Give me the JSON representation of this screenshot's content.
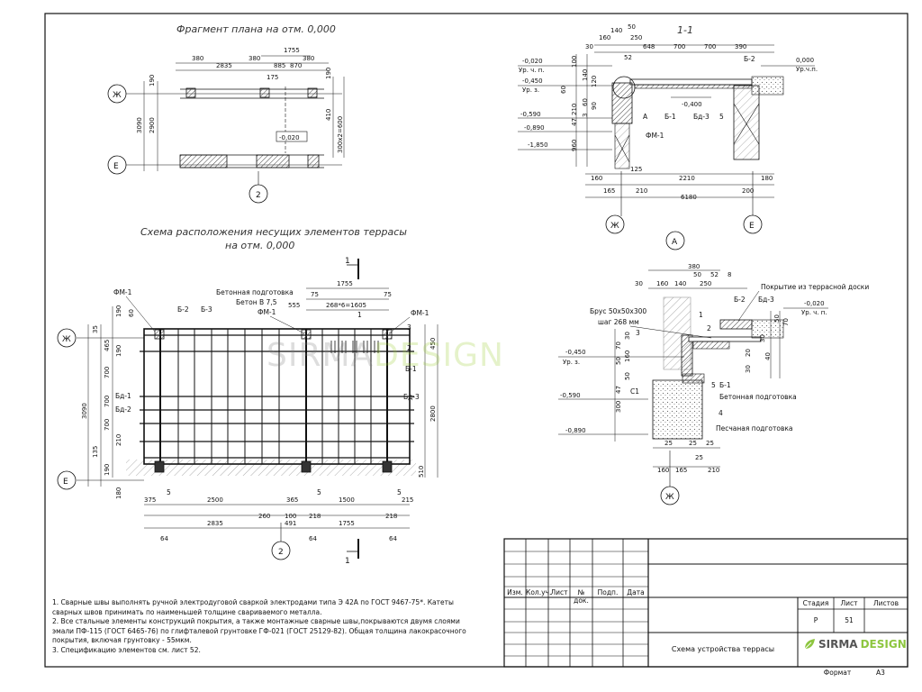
{
  "titles": {
    "plan_fragment": "Фрагмент плана на отм. 0,000",
    "scheme_line1": "Схема расположения несущих элементов террасы",
    "scheme_line2": "на отм. 0,000",
    "section_1_1": "1-1"
  },
  "axes": {
    "zh": "Ж",
    "e": "Е",
    "two": "2",
    "a": "А",
    "one": "1"
  },
  "plan": {
    "dims_top": [
      "380",
      "2835",
      "380",
      "1755",
      "885",
      "870",
      "380"
    ],
    "dim_175": "175",
    "dims_left": [
      "190",
      "3090",
      "2900"
    ],
    "dims_right": [
      "190",
      "410",
      "300х2=600"
    ],
    "level": "-0,020"
  },
  "scheme": {
    "labels": {
      "fm1_left": "ФМ-1",
      "b2": "Б-2",
      "b3": "Б-3",
      "concrete": "Бетонная подготовка",
      "concrete_b": "Бетон В 7,5",
      "fm1_mid": "ФМ-1",
      "fm1_right": "ФМ-1",
      "bd1": "Бд-1",
      "bd2": "Бд-2",
      "b1": "Б-1",
      "bd3": "Бд-3",
      "n1": "1",
      "n2": "2",
      "n3": "3",
      "n5a": "5",
      "n5b": "5",
      "n5c": "5"
    },
    "dims_top": [
      "1755",
      "75",
      "555",
      "268*6=1605",
      "75"
    ],
    "dims_left": [
      "35",
      "190",
      "60",
      "465",
      "190",
      "700",
      "3090",
      "700",
      "700",
      "210",
      "135",
      "190",
      "180"
    ],
    "dims_right": [
      "450",
      "2800",
      "510"
    ],
    "dims_bottom": [
      "375",
      "2500",
      "260",
      "365",
      "100",
      "1500",
      "215",
      "2835",
      "491",
      "218",
      "1755",
      "218",
      "64",
      "64",
      "64"
    ]
  },
  "section": {
    "dims_top": [
      "140",
      "50",
      "160",
      "250",
      "30",
      "648",
      "700",
      "700",
      "390",
      "52"
    ],
    "levels": [
      "-0,020",
      "Ур. ч. п.",
      "-0,450",
      "Ур. з.",
      "-0,590",
      "-0,890",
      "-1,850",
      "0,000",
      "Ур.ч.п.",
      "-0,400"
    ],
    "dims_left": [
      "100",
      "60",
      "140",
      "120",
      "60",
      "90",
      "210",
      "47",
      "3",
      "960"
    ],
    "labels": [
      "Б-2",
      "А",
      "Б-1",
      "Бд-3",
      "5",
      "ФМ-1"
    ],
    "dims_bottom": [
      "125",
      "160",
      "2210",
      "180",
      "165",
      "210",
      "200",
      "6180"
    ]
  },
  "detail": {
    "dims_top": [
      "380",
      "30",
      "160",
      "140",
      "50",
      "52",
      "8",
      "250"
    ],
    "labels": {
      "cover": "Покрытие из террасной доски",
      "beam": "Брус 50х50х300",
      "step": "шаг 268 мм",
      "b2": "Б-2",
      "bd3": "Бд-3",
      "lv1": "-0,020",
      "lv1b": "Ур. ч. п.",
      "lv2": "-0,450",
      "lv2b": "Ур. з.",
      "lv3": "-0,590",
      "lv4": "-0,890",
      "c1": "С1",
      "b1": "Б-1",
      "concrete": "Бетонная подготовка",
      "sand": "Песчаная подготовка",
      "n1": "1",
      "n2": "2",
      "n3": "3",
      "n4": "4",
      "n5": "5"
    },
    "dims_side": [
      "30",
      "70",
      "50",
      "50",
      "50",
      "70",
      "30",
      "40",
      "20",
      "30",
      "47",
      "300",
      "160"
    ],
    "dims_bottom": [
      "25",
      "25",
      "160",
      "165",
      "25",
      "210",
      "25"
    ]
  },
  "notes": [
    "1. Сварные швы выполнять  ручной электродуговой сваркой электродами типа Э 42А по ГОСТ 9467-75*. Катеты сварных швов принимать по наименьшей толщине свариваемого металла.",
    "2. Все стальные элементы конструкций покрытия, а также монтажные сварные швы,покрываются двумя слоями эмали ПФ-115 (ГОСТ 6465-76) по глифталевой грунтовке ГФ-021 (ГОСТ 25129-82). Общая толщина лакокрасочного покрытия, включая грунтовку - 55мкм.",
    "3. Спецификацию элементов см. лист 52."
  ],
  "title_block": {
    "headers": [
      "Изм.",
      "Кол.уч.",
      "Лист",
      "№ док.",
      "Подп.",
      "Дата"
    ],
    "stage_h": "Стадия",
    "sheet_h": "Лист",
    "sheets_h": "Листов",
    "stage": "Р",
    "sheet": "51",
    "sheets": "",
    "drawing_title": "Схема устройства террасы",
    "format_label": "Формат",
    "format": "А3"
  },
  "logo": {
    "part1": "SIRMA",
    "part2": "DESIGN"
  },
  "colors": {
    "line": "#111111",
    "hatch": "#555555",
    "accent": "#8dc63f"
  }
}
